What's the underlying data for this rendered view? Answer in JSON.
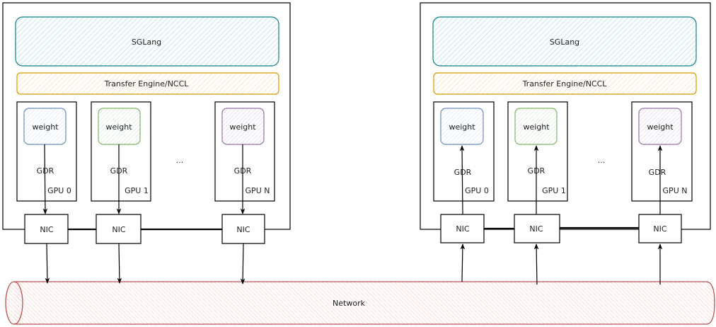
{
  "nodes": [
    {
      "id": "sender",
      "framework_label": "SGLang",
      "engine_label": "Transfer Engine/NCCL",
      "direction": "gpu-to-nic",
      "gpus": [
        {
          "weight_label": "weight",
          "link_label": "GDR",
          "gpu_label": "GPU 0",
          "nic_label": "NIC",
          "color": "#6c8ebf"
        },
        {
          "weight_label": "weight",
          "link_label": "GDR",
          "gpu_label": "GPU 1",
          "nic_label": "NIC",
          "color": "#82b366"
        },
        {
          "weight_label": "weight",
          "link_label": "GDR",
          "gpu_label": "GPU N",
          "nic_label": "NIC",
          "color": "#9673a6"
        }
      ],
      "ellipsis": "..."
    },
    {
      "id": "receiver",
      "framework_label": "SGLang",
      "engine_label": "Transfer Engine/NCCL",
      "direction": "nic-to-gpu",
      "gpus": [
        {
          "weight_label": "weight",
          "link_label": "GDR",
          "gpu_label": "GPU 0",
          "nic_label": "NIC",
          "color": "#6c8ebf"
        },
        {
          "weight_label": "weight",
          "link_label": "GDR",
          "gpu_label": "GPU 1",
          "nic_label": "NIC",
          "color": "#82b366"
        },
        {
          "weight_label": "weight",
          "link_label": "GDR",
          "gpu_label": "GPU N",
          "nic_label": "NIC",
          "color": "#9673a6"
        }
      ],
      "ellipsis": "..."
    }
  ],
  "network": {
    "label": "Network",
    "stroke": "#b85450",
    "fill": "#f8cecc"
  },
  "colors": {
    "sglang_stroke": "#0e8088",
    "sglang_fill": "#b0e3e6",
    "engine_stroke": "#d79b00",
    "engine_fill": "#ffe6cc"
  }
}
